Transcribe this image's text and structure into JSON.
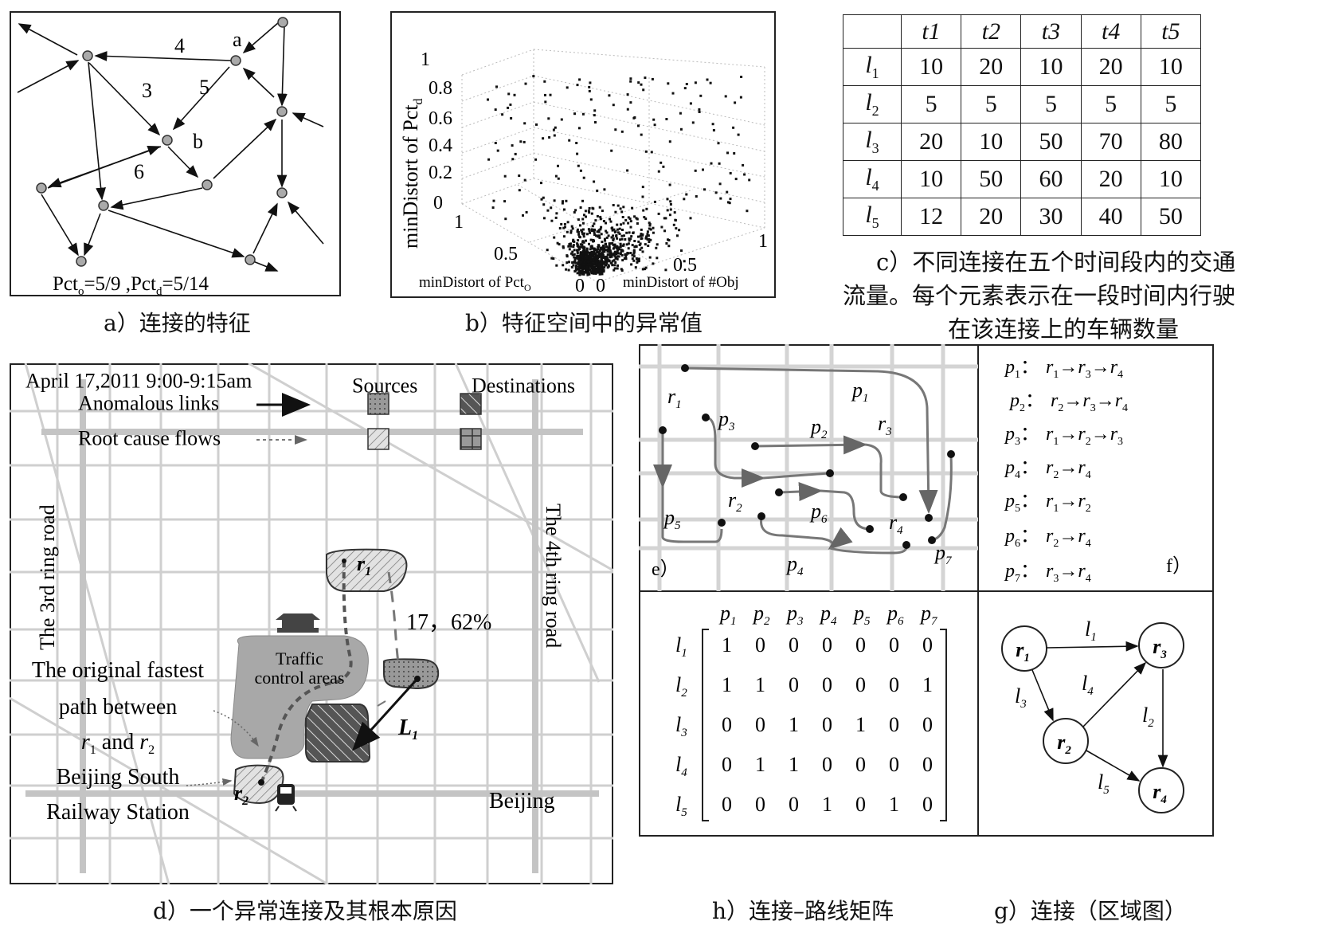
{
  "panel_a": {
    "edge_labels": [
      "4",
      "3",
      "5",
      "6"
    ],
    "node_labels": [
      "a",
      "b"
    ],
    "pct_o_label": "Pct",
    "pct_o_sub": "o",
    "pct_o_value": "=5/9 ,",
    "pct_d_label": "Pct",
    "pct_d_sub": "d",
    "pct_d_value": "=5/14",
    "caption": "a）连接的特征"
  },
  "panel_b": {
    "zlabel": "minDistort of Pct",
    "zlabel_sub": "d",
    "z_ticks": [
      "1",
      "0.8",
      "0.6",
      "0.4",
      "0.2",
      "0"
    ],
    "x_ticks": [
      "1",
      "0.5",
      "0"
    ],
    "y_ticks": [
      "0",
      "0.5",
      "1"
    ],
    "xlabel": "minDistort of Pct",
    "xlabel_sub": "O",
    "ylabel": "minDistort of #Obj",
    "caption": "b）特征空间中的异常值"
  },
  "panel_c": {
    "header": [
      "",
      "t1",
      "t2",
      "t3",
      "t4",
      "t5"
    ],
    "rows": [
      {
        "label": "l",
        "sub": "1",
        "values": [
          "10",
          "20",
          "10",
          "20",
          "10"
        ]
      },
      {
        "label": "l",
        "sub": "2",
        "values": [
          "5",
          "5",
          "5",
          "5",
          "5"
        ]
      },
      {
        "label": "l",
        "sub": "3",
        "values": [
          "20",
          "10",
          "50",
          "70",
          "80"
        ]
      },
      {
        "label": "l",
        "sub": "4",
        "values": [
          "10",
          "50",
          "60",
          "20",
          "10"
        ]
      },
      {
        "label": "l",
        "sub": "5",
        "values": [
          "12",
          "20",
          "30",
          "40",
          "50"
        ]
      }
    ],
    "caption_lines": [
      "c）不同连接在五个时间段内的交通",
      "流量。每个元素表示在一段时间内行驶",
      "在该连接上的车辆数量"
    ]
  },
  "panel_d": {
    "date": "April 17,2011 9:00-9:15am",
    "sources": "Sources",
    "destinations": "Destinations",
    "anomalous_links": "Anomalous links",
    "root_cause_flows": "Root cause flows",
    "ring3": "The 3rd ring road",
    "ring4": "The 4th ring road",
    "r1": "r",
    "r1_sub": "1",
    "r2": "r",
    "r2_sub": "2",
    "stat": "17，62%",
    "traffic_control_1": "Traffic",
    "traffic_control_2": "control areas",
    "l1": "L",
    "l1_sub": "1",
    "fastest_1": "The original fastest",
    "fastest_2": "path between",
    "fastest_3_a": "r",
    "fastest_3_a_sub": "1",
    "fastest_3_and": " and ",
    "fastest_3_b": "r",
    "fastest_3_b_sub": "2",
    "station_1": "Beijing South",
    "station_2": "Railway Station",
    "city": "Beijing",
    "caption": "d）一个异常连接及其根本原因"
  },
  "panel_e": {
    "labels": [
      {
        "t": "r",
        "s": "1"
      },
      {
        "t": "p",
        "s": "1"
      },
      {
        "t": "p",
        "s": "3"
      },
      {
        "t": "p",
        "s": "2"
      },
      {
        "t": "r",
        "s": "3"
      },
      {
        "t": "r",
        "s": "2"
      },
      {
        "t": "p",
        "s": "6"
      },
      {
        "t": "p",
        "s": "5"
      },
      {
        "t": "r",
        "s": "4"
      },
      {
        "t": "p",
        "s": "4"
      },
      {
        "t": "p",
        "s": "7"
      }
    ],
    "tag": "e）"
  },
  "panel_f": {
    "rows": [
      {
        "p": "1",
        "route": [
          "1",
          "3",
          "4"
        ]
      },
      {
        "p": "2",
        "route": [
          "2",
          "3",
          "4"
        ]
      },
      {
        "p": "3",
        "route": [
          "1",
          "2",
          "3"
        ]
      },
      {
        "p": "4",
        "route": [
          "2",
          "4"
        ]
      },
      {
        "p": "5",
        "route": [
          "1",
          "2"
        ]
      },
      {
        "p": "6",
        "route": [
          "2",
          "4"
        ]
      },
      {
        "p": "7",
        "route": [
          "3",
          "4"
        ]
      }
    ],
    "colon": "：",
    "arrow": "→",
    "tag": "f）"
  },
  "panel_h": {
    "cols": [
      "1",
      "2",
      "3",
      "4",
      "5",
      "6",
      "7"
    ],
    "rows": [
      {
        "l": "1",
        "values": [
          "1",
          "0",
          "0",
          "0",
          "0",
          "0",
          "0"
        ]
      },
      {
        "l": "2",
        "values": [
          "1",
          "1",
          "0",
          "0",
          "0",
          "0",
          "1"
        ]
      },
      {
        "l": "3",
        "values": [
          "0",
          "0",
          "1",
          "0",
          "1",
          "0",
          "0"
        ]
      },
      {
        "l": "4",
        "values": [
          "0",
          "1",
          "1",
          "0",
          "0",
          "0",
          "0"
        ]
      },
      {
        "l": "5",
        "values": [
          "0",
          "0",
          "0",
          "1",
          "0",
          "1",
          "0"
        ]
      }
    ],
    "caption": "h）连接–路线矩阵"
  },
  "panel_g": {
    "nodes": [
      "1",
      "3",
      "2",
      "4"
    ],
    "edges": [
      "1",
      "4",
      "3",
      "2",
      "5"
    ],
    "caption": "g）连接（区域图）"
  }
}
